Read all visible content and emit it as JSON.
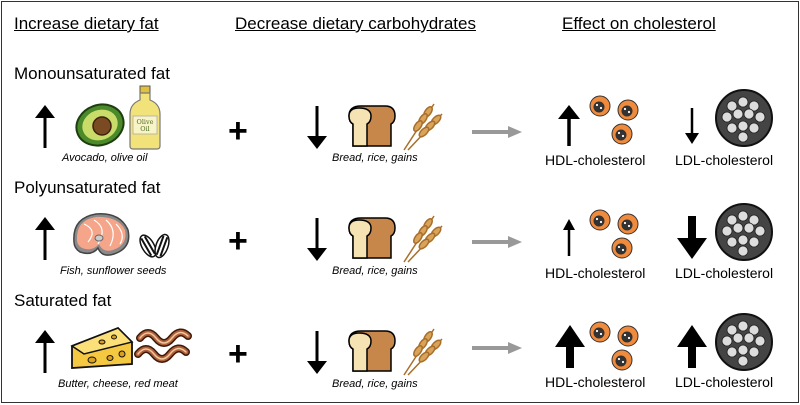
{
  "headers": {
    "increase": "Increase dietary fat",
    "decrease": "Decrease dietary carbohydrates",
    "effect": "Effect on cholesterol"
  },
  "rows": [
    {
      "title": "Monounsaturated fat",
      "fat_caption": "Avocado, olive oil",
      "carb_caption": "Bread, rice, gains",
      "hdl_label": "HDL-cholesterol",
      "ldl_label": "LDL-cholesterol",
      "hdl_effect": "increase-medium",
      "ldl_effect": "decrease-small",
      "oil_label": "Olive Oil"
    },
    {
      "title": "Polyunsaturated fat",
      "fat_caption": "Fish, sunflower seeds",
      "carb_caption": "Bread, rice, gains",
      "hdl_label": "HDL-cholesterol",
      "ldl_label": "LDL-cholesterol",
      "hdl_effect": "increase-small",
      "ldl_effect": "decrease-large"
    },
    {
      "title": "Saturated fat",
      "fat_caption": "Butter, cheese, red meat",
      "carb_caption": "Bread, rice, gains",
      "hdl_label": "HDL-cholesterol",
      "ldl_label": "LDL-cholesterol",
      "hdl_effect": "increase-large",
      "ldl_effect": "increase-large"
    }
  ],
  "plus_symbol": "+",
  "colors": {
    "arrow_black": "#000000",
    "process_arrow": "#999999",
    "hdl_orange": "#f08a3c",
    "avocado_green": "#4a8a2a",
    "salmon": "#f4a58a",
    "cheese": "#f5c842",
    "bacon": "#8b4a2b",
    "bread": "#f0d9a8",
    "wheat": "#c8964a"
  }
}
